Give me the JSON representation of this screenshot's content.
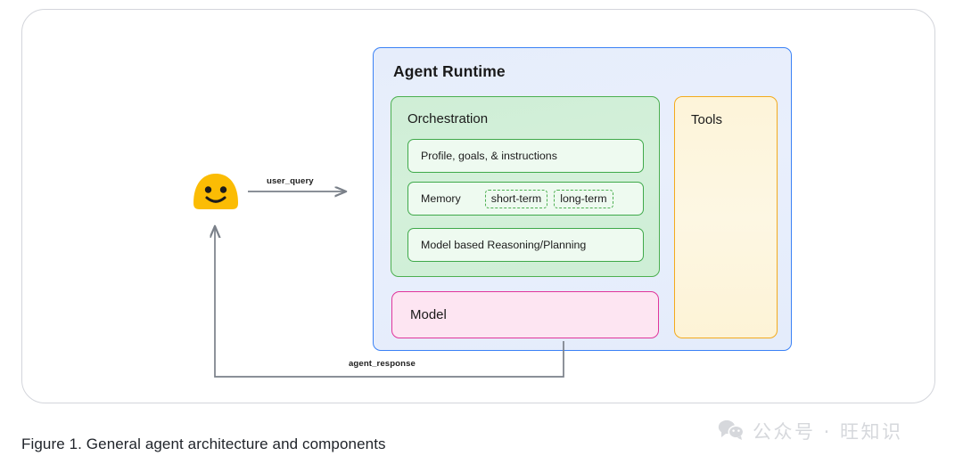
{
  "figure": {
    "caption": "Figure 1. General agent architecture and components"
  },
  "diagram": {
    "agent_runtime": {
      "title": "Agent Runtime",
      "border_color": "#3b82f6",
      "background_color": "#e7eefb"
    },
    "orchestration": {
      "title": "Orchestration",
      "border_color": "#4caf50",
      "background_color": "#d2efd9",
      "rows": [
        {
          "label": "Profile, goals, & instructions",
          "badges": []
        },
        {
          "label": "Memory",
          "badges": [
            "short-term",
            "long-term"
          ]
        },
        {
          "label": "Model based Reasoning/Planning",
          "badges": []
        }
      ]
    },
    "model": {
      "title": "Model",
      "border_color": "#e0359b",
      "background_color": "#fde5f2"
    },
    "tools": {
      "title": "Tools",
      "border_color": "#f3aa1c",
      "background_color": "#fdf5dd"
    },
    "user": {
      "icon": "smiley-face-icon",
      "color": "#fbbc04"
    },
    "flows": [
      {
        "label": "user_query",
        "from": "user",
        "to": "agent_runtime"
      },
      {
        "label": "agent_response",
        "from": "model",
        "to": "user"
      }
    ],
    "arrow_color": "#6b7280"
  },
  "watermark": {
    "icon": "wechat-icon",
    "text": "公众号 · 旺知识",
    "color": "#d6d8dc"
  }
}
